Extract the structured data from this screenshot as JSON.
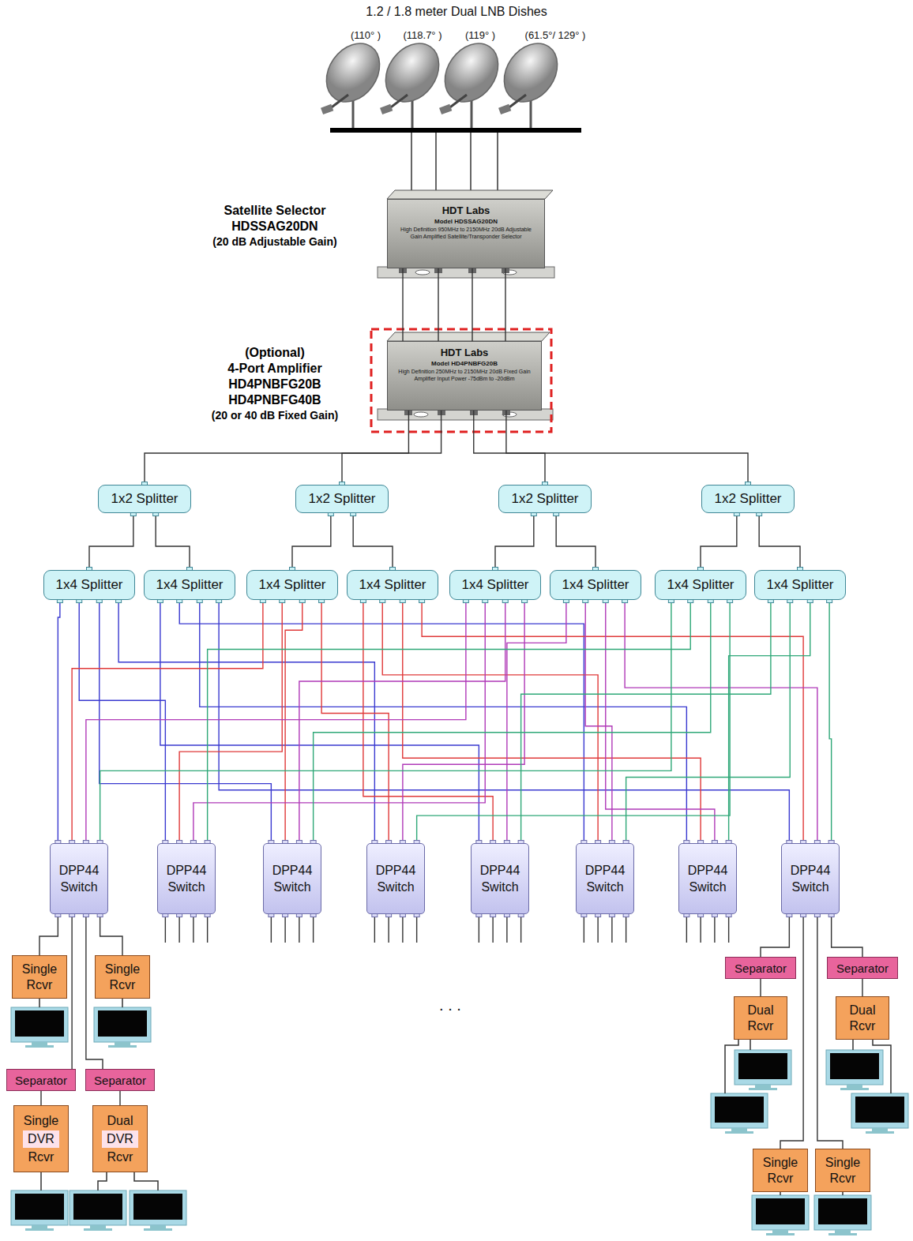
{
  "diagram": {
    "title": "1.2 / 1.8 meter Dual LNB Dishes",
    "nodes": [
      {
        "text": [
          "Satellite Selector",
          "HDSSAG20DN",
          "(20 dB Adjustable Gain)",
          "HDT Labs",
          "Model HDSSAG20DN",
          "High Definition 950MHz to 2150MHz 20dB Adjustable Gain Amplified Satellite/Transponder Selector"
        ]
      },
      {
        "text": [
          "(Optional)",
          "4-Port Amplifier",
          "HD4PNBFG20B",
          "HD4PNBFG40B",
          "(20 or 40 dB Fixed Gain)",
          "HDT Labs",
          "Model HD4PNBFG20B",
          "High Definition 250MHz to 2150MHz 20dB Fixed Gain Amplifier Input Power -75dBm to -20dBm"
        ]
      },
      {
        "text": [
          "1x2 Splitter"
        ]
      },
      {
        "text": [
          "1x2 Splitter"
        ]
      },
      {
        "text": [
          "1x2 Splitter"
        ]
      },
      {
        "text": [
          "1x2 Splitter"
        ]
      },
      {
        "text": [
          "1x4 Splitter"
        ]
      },
      {
        "text": [
          "1x4 Splitter"
        ]
      },
      {
        "text": [
          "1x4 Splitter"
        ]
      },
      {
        "text": [
          "1x4 Splitter"
        ]
      },
      {
        "text": [
          "1x4 Splitter"
        ]
      },
      {
        "text": [
          "1x4 Splitter"
        ]
      },
      {
        "text": [
          "1x4 Splitter"
        ]
      },
      {
        "text": [
          "1x4 Splitter"
        ]
      },
      {
        "text": [
          "DPP44 Switch"
        ]
      },
      {
        "text": [
          "DPP44 Switch"
        ]
      },
      {
        "text": [
          "DPP44 Switch"
        ]
      },
      {
        "text": [
          "DPP44 Switch"
        ]
      },
      {
        "text": [
          "DPP44 Switch"
        ]
      },
      {
        "text": [
          "DPP44 Switch"
        ]
      },
      {
        "text": [
          "DPP44 Switch"
        ]
      },
      {
        "text": [
          "DPP44 Switch"
        ]
      },
      {
        "text": [
          "Single Rcvr"
        ]
      },
      {
        "text": [
          "Single Rcvr"
        ]
      },
      {
        "text": [
          "Separator"
        ]
      },
      {
        "text": [
          "Separator"
        ]
      },
      {
        "text": [
          "Single",
          "DVR",
          "Rcvr"
        ]
      },
      {
        "text": [
          "Dual",
          "DVR",
          "Rcvr"
        ]
      },
      {
        "text": [
          "Separator"
        ]
      },
      {
        "text": [
          "Separator"
        ]
      },
      {
        "text": [
          "Dual Rcvr"
        ]
      },
      {
        "text": [
          "Dual Rcvr"
        ]
      },
      {
        "text": [
          "Single Rcvr"
        ]
      },
      {
        "text": [
          "Single Rcvr"
        ]
      }
    ],
    "edges": [
      {
        "from": 0,
        "to": 1,
        "arrow": "none"
      },
      {
        "from": 0,
        "to": 1,
        "arrow": "none"
      },
      {
        "from": 0,
        "to": 1,
        "arrow": "none"
      },
      {
        "from": 0,
        "to": 1,
        "arrow": "none"
      },
      {
        "from": 1,
        "to": 2,
        "arrow": "none"
      },
      {
        "from": 1,
        "to": 3,
        "arrow": "none"
      },
      {
        "from": 1,
        "to": 4,
        "arrow": "none"
      },
      {
        "from": 1,
        "to": 5,
        "arrow": "none"
      },
      {
        "from": 2,
        "to": 6,
        "arrow": "none"
      },
      {
        "from": 2,
        "to": 7,
        "arrow": "none"
      },
      {
        "from": 3,
        "to": 8,
        "arrow": "none"
      },
      {
        "from": 3,
        "to": 9,
        "arrow": "none"
      },
      {
        "from": 4,
        "to": 10,
        "arrow": "none"
      },
      {
        "from": 4,
        "to": 11,
        "arrow": "none"
      },
      {
        "from": 5,
        "to": 12,
        "arrow": "none"
      },
      {
        "from": 5,
        "to": 13,
        "arrow": "none"
      },
      {
        "from": 6,
        "to": 14,
        "arrow": "none"
      },
      {
        "from": 6,
        "to": 15,
        "arrow": "none"
      },
      {
        "from": 6,
        "to": 16,
        "arrow": "none"
      },
      {
        "from": 6,
        "to": 17,
        "arrow": "none"
      },
      {
        "from": 7,
        "to": 18,
        "arrow": "none"
      },
      {
        "from": 7,
        "to": 19,
        "arrow": "none"
      },
      {
        "from": 7,
        "to": 20,
        "arrow": "none"
      },
      {
        "from": 7,
        "to": 21,
        "arrow": "none"
      },
      {
        "from": 8,
        "to": 14,
        "arrow": "none"
      },
      {
        "from": 8,
        "to": 15,
        "arrow": "none"
      },
      {
        "from": 8,
        "to": 16,
        "arrow": "none"
      },
      {
        "from": 8,
        "to": 17,
        "arrow": "none"
      },
      {
        "from": 9,
        "to": 18,
        "arrow": "none"
      },
      {
        "from": 9,
        "to": 19,
        "arrow": "none"
      },
      {
        "from": 9,
        "to": 20,
        "arrow": "none"
      },
      {
        "from": 9,
        "to": 21,
        "arrow": "none"
      },
      {
        "from": 10,
        "to": 14,
        "arrow": "none"
      },
      {
        "from": 10,
        "to": 15,
        "arrow": "none"
      },
      {
        "from": 10,
        "to": 16,
        "arrow": "none"
      },
      {
        "from": 10,
        "to": 17,
        "arrow": "none"
      },
      {
        "from": 11,
        "to": 18,
        "arrow": "none"
      },
      {
        "from": 11,
        "to": 19,
        "arrow": "none"
      },
      {
        "from": 11,
        "to": 20,
        "arrow": "none"
      },
      {
        "from": 11,
        "to": 21,
        "arrow": "none"
      },
      {
        "from": 12,
        "to": 14,
        "arrow": "none"
      },
      {
        "from": 12,
        "to": 15,
        "arrow": "none"
      },
      {
        "from": 12,
        "to": 16,
        "arrow": "none"
      },
      {
        "from": 12,
        "to": 17,
        "arrow": "none"
      },
      {
        "from": 13,
        "to": 18,
        "arrow": "none"
      },
      {
        "from": 13,
        "to": 19,
        "arrow": "none"
      },
      {
        "from": 13,
        "to": 20,
        "arrow": "none"
      },
      {
        "from": 13,
        "to": 21,
        "arrow": "none"
      },
      {
        "from": 14,
        "to": 22,
        "arrow": "none"
      },
      {
        "from": 14,
        "to": 23,
        "arrow": "none"
      },
      {
        "from": 14,
        "to": 24,
        "arrow": "none"
      },
      {
        "from": 14,
        "to": 25,
        "arrow": "none"
      },
      {
        "from": 24,
        "to": 26,
        "arrow": "none"
      },
      {
        "from": 25,
        "to": 27,
        "arrow": "none"
      },
      {
        "from": 21,
        "to": 28,
        "arrow": "none"
      },
      {
        "from": 21,
        "to": 29,
        "arrow": "none"
      },
      {
        "from": 21,
        "to": 32,
        "arrow": "none"
      },
      {
        "from": 21,
        "to": 33,
        "arrow": "none"
      },
      {
        "from": 28,
        "to": 30,
        "arrow": "none"
      },
      {
        "from": 29,
        "to": 31,
        "arrow": "none"
      }
    ],
    "labels": [
      "(110° )",
      "(118.7° )",
      "(119° )",
      "(61.5°/ 129° )",
      ". . ."
    ]
  }
}
